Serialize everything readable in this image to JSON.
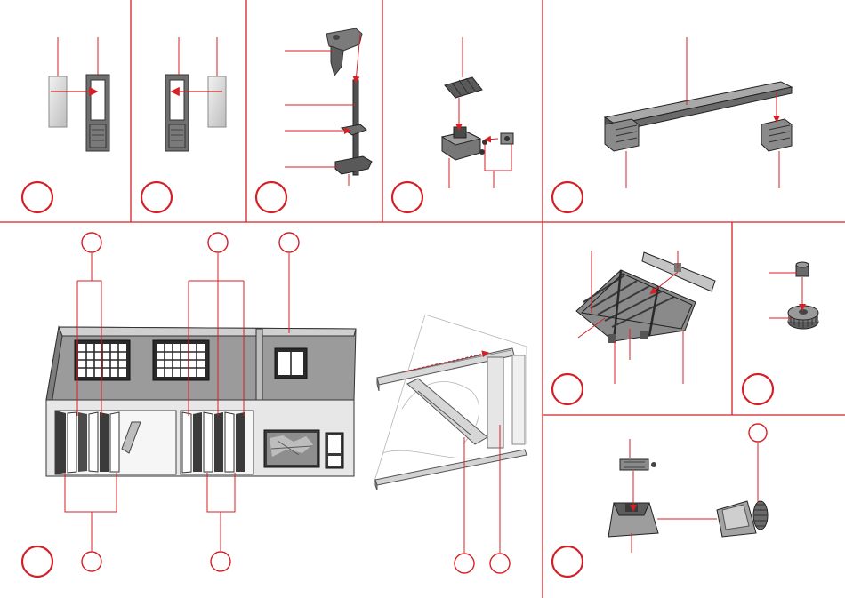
{
  "sheet": {
    "accent_color": "#d42027",
    "part_color": "#7d7d7d",
    "dark_part_color": "#4a4a4a",
    "light_part_color": "#cfcfcf",
    "glass_color": "#e2e2e2",
    "background_color": "#ffffff"
  },
  "steps": [
    {
      "id": "step-1",
      "icon": "door-frame-assembly"
    },
    {
      "id": "step-2",
      "icon": "door-frame-assembly-mirrored"
    },
    {
      "id": "step-3",
      "icon": "drill-press-assembly"
    },
    {
      "id": "step-4",
      "icon": "vise-and-battery-assembly"
    },
    {
      "id": "step-5",
      "icon": "workbench-assembly"
    },
    {
      "id": "step-6",
      "icon": "workshop-building-assembly"
    },
    {
      "id": "step-7",
      "icon": "roof-truss-assembly"
    },
    {
      "id": "step-8",
      "icon": "pulley-assembly"
    },
    {
      "id": "step-9",
      "icon": "motor-housing-assembly"
    }
  ]
}
